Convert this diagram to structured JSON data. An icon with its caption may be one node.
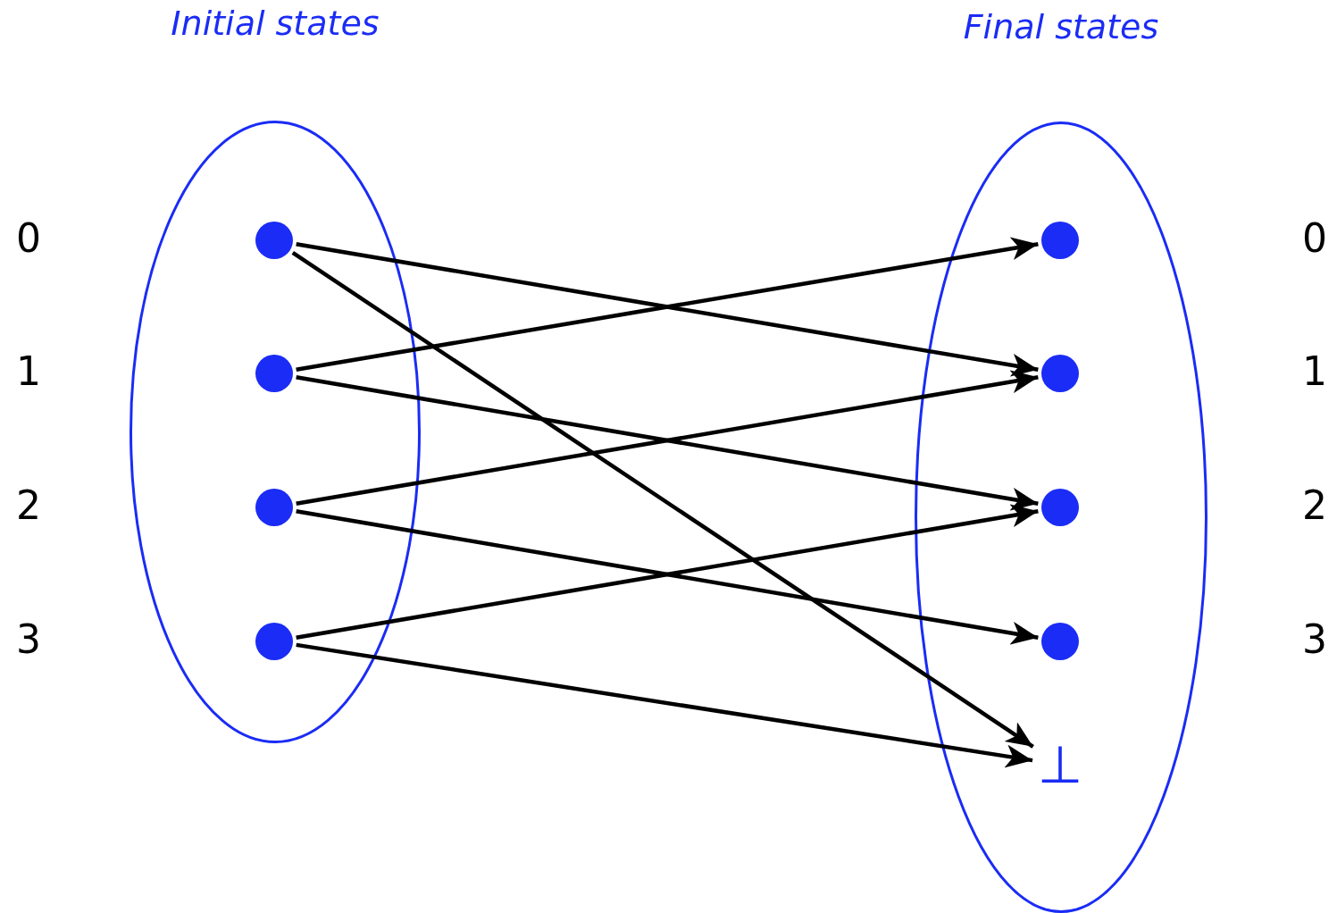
{
  "diagram": {
    "nodes": [
      {
        "text": [
          "Initial states"
        ]
      },
      {
        "text": [
          "Final states"
        ]
      },
      {
        "text": [],
        "shape": "circle",
        "in": 0
      },
      {
        "text": [],
        "shape": "circle",
        "in": 0
      },
      {
        "text": [],
        "shape": "circle",
        "in": 0
      },
      {
        "text": [],
        "shape": "circle",
        "in": 0
      },
      {
        "text": [],
        "shape": "circle",
        "in": 1
      },
      {
        "text": [],
        "shape": "circle",
        "in": 1
      },
      {
        "text": [],
        "shape": "circle",
        "in": 1
      },
      {
        "text": [],
        "shape": "circle",
        "in": 1
      },
      {
        "text": [
          "⊥"
        ],
        "in": 1
      }
    ],
    "edges": [
      {
        "from": 2,
        "to": 7,
        "arrow": "to"
      },
      {
        "from": 2,
        "to": 10,
        "arrow": "to"
      },
      {
        "from": 3,
        "to": 6,
        "arrow": "to"
      },
      {
        "from": 3,
        "to": 8,
        "arrow": "to"
      },
      {
        "from": 4,
        "to": 7,
        "arrow": "to"
      },
      {
        "from": 4,
        "to": 9,
        "arrow": "to"
      },
      {
        "from": 5,
        "to": 8,
        "arrow": "to"
      },
      {
        "from": 5,
        "to": 10,
        "arrow": "to"
      }
    ],
    "labels": [
      "0",
      "0",
      "1",
      "1",
      "2",
      "2",
      "3",
      "3"
    ]
  }
}
